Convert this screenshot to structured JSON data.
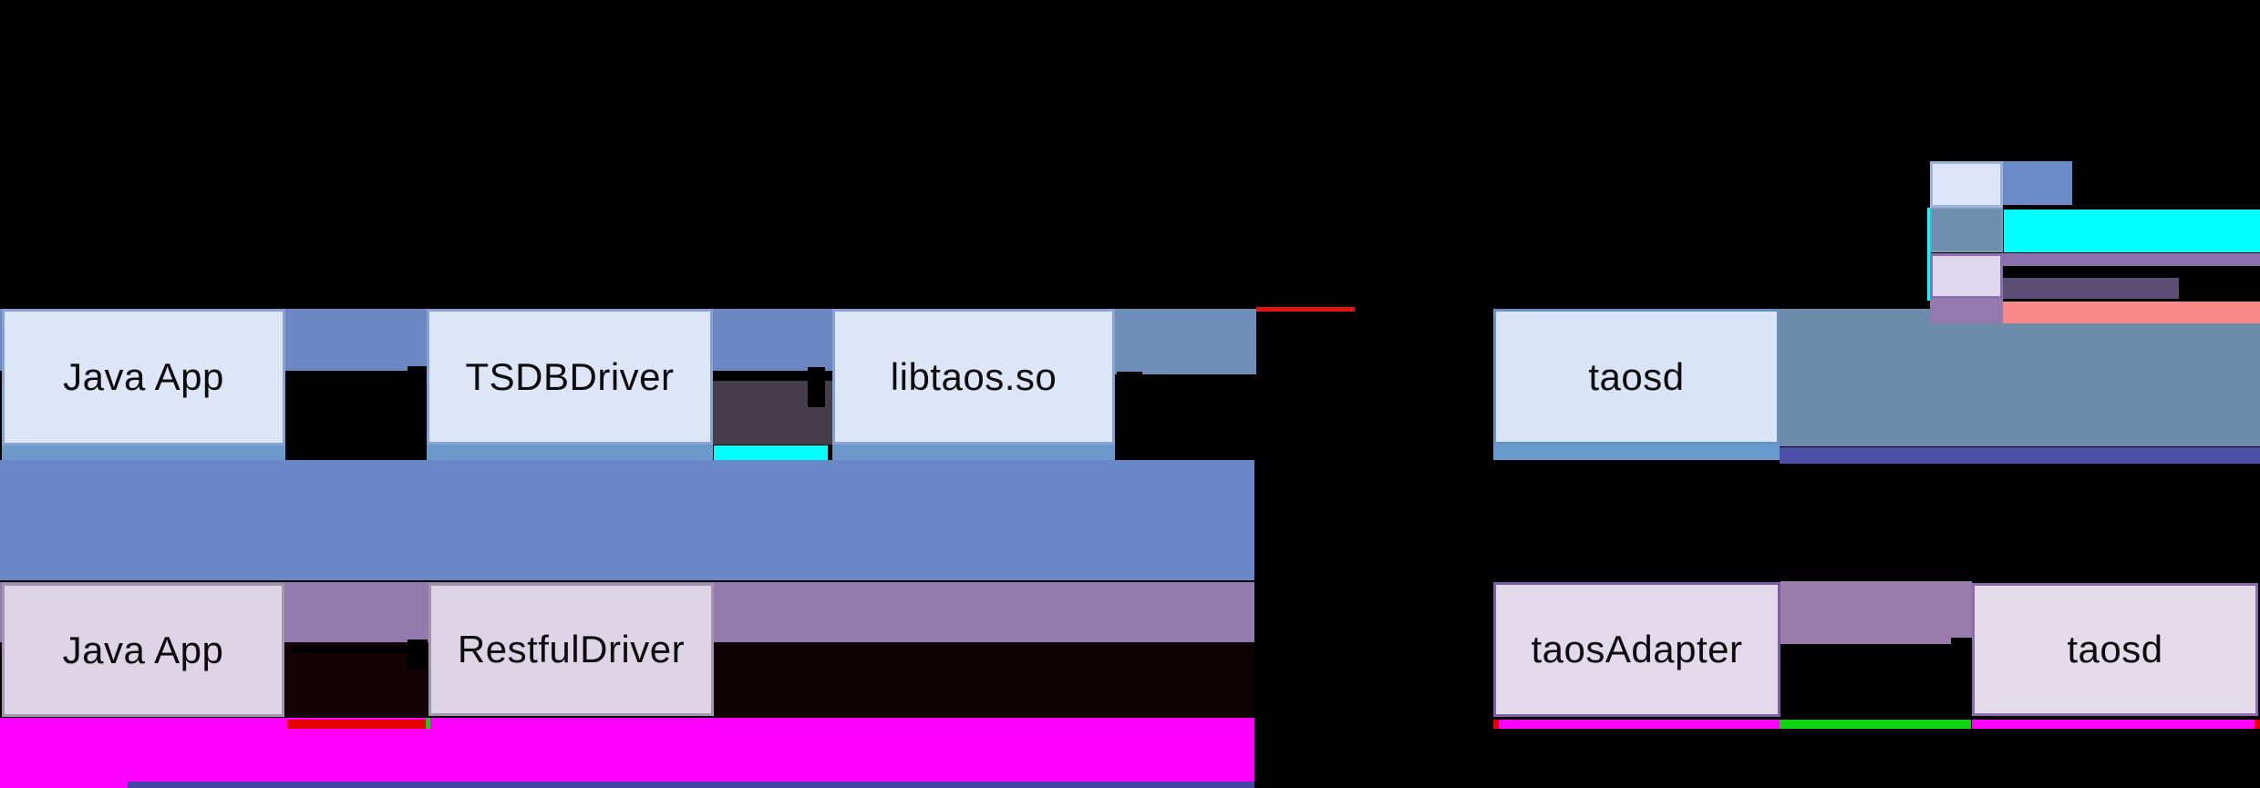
{
  "diagram": {
    "kind": "architecture-diagram",
    "background": "#000000",
    "jni_flow": {
      "app": "Java App",
      "driver": "TSDBDriver",
      "lib": "libtaos.so",
      "server": "taosd"
    },
    "rest_flow": {
      "app": "Java App",
      "driver": "RestfulDriver",
      "adapter": "taosAdapter",
      "server": "taosd"
    },
    "legend": {
      "swatches": [
        {
          "name": "light-blue-swatch",
          "fill": "#dbe4f8"
        },
        {
          "name": "steel-blue-swatch",
          "fill": "#6e8ead"
        },
        {
          "name": "lavender-swatch",
          "fill": "#ded6ec"
        },
        {
          "name": "purple-swatch",
          "fill": "#9379ad"
        }
      ]
    },
    "colors": {
      "band_blue": "#6a87c8",
      "band_steel": "#6d8cab",
      "band_purple": "#937aad",
      "band_indigo": "#4c50a9",
      "magenta": "#ff00ff",
      "cyan": "#00ffff",
      "red": "#e60000",
      "green": "#12d312",
      "salmon": "#f98986",
      "box_blue_fill": "#dce6f7",
      "box_lavender_fill": "#e2d9ea",
      "strip_blue": "#6c99cc"
    }
  }
}
